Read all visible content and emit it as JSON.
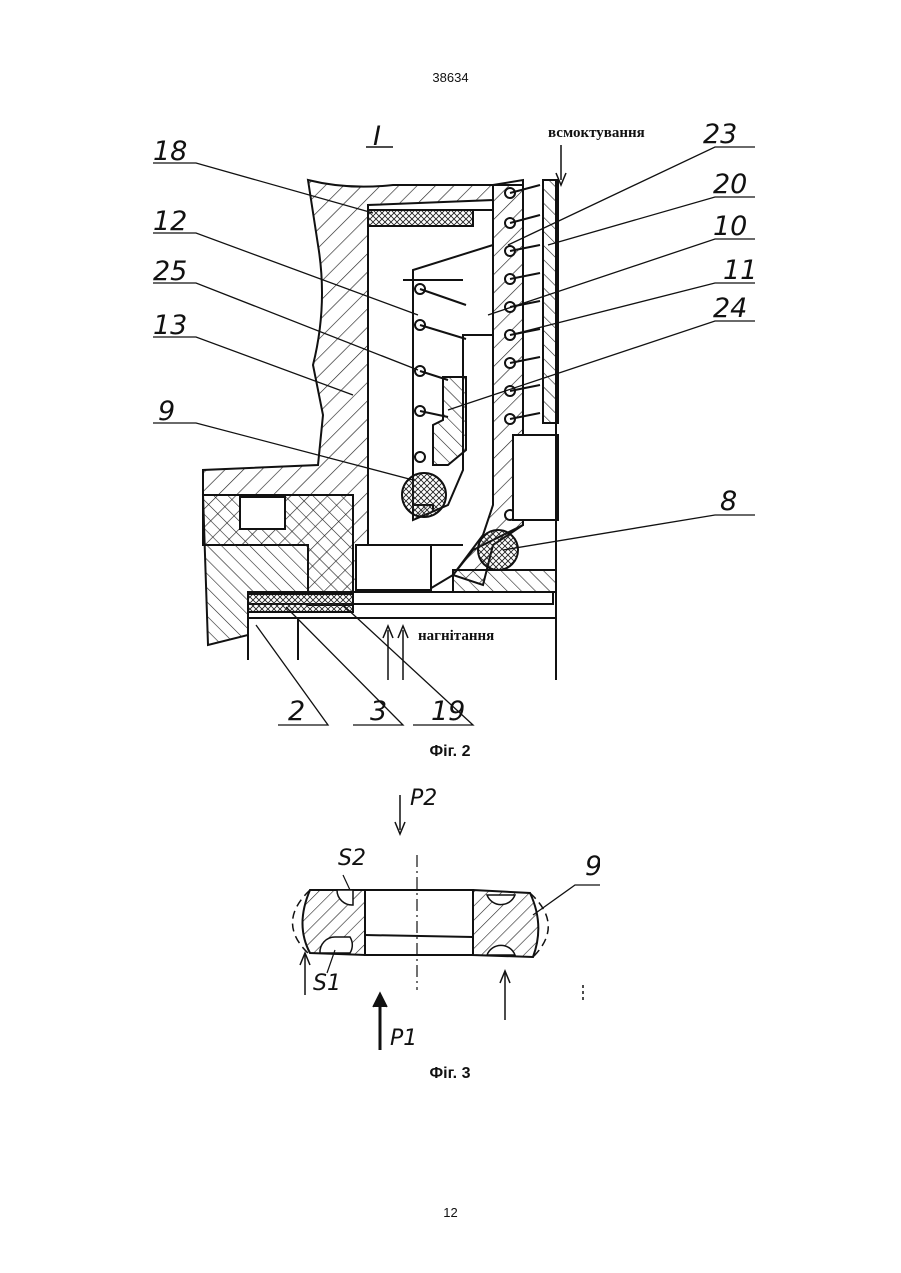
{
  "header": {
    "doc_number": "38634"
  },
  "figure2": {
    "caption": "Фіг. 2",
    "detail_mark": "I",
    "labels": {
      "suction": "всмоктування",
      "discharge": "нагнітання"
    },
    "callouts": [
      "18",
      "12",
      "25",
      "13",
      "9",
      "23",
      "20",
      "10",
      "11",
      "24",
      "8",
      "2",
      "3",
      "19"
    ]
  },
  "figure3": {
    "caption": "Фіг. 3",
    "part_number": "9",
    "labels": {
      "s2": "S2",
      "s1": "S1",
      "p2": "P2",
      "p1": "P1"
    }
  },
  "footer": {
    "page_number": "12"
  }
}
